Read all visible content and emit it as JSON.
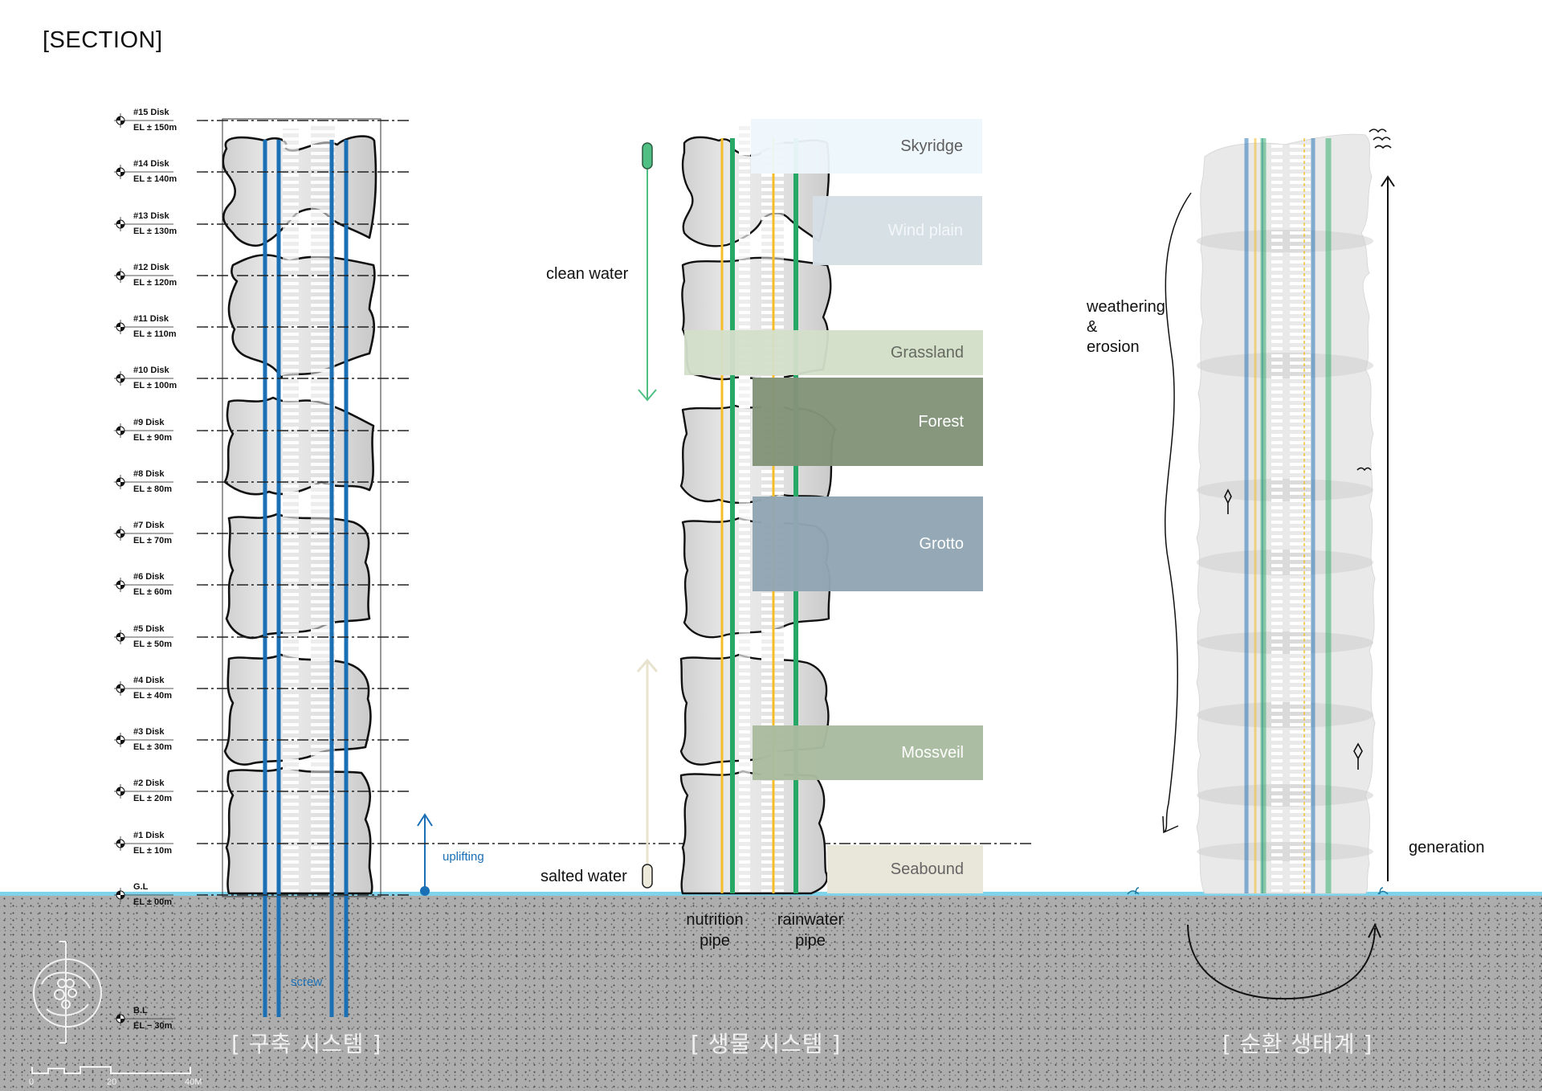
{
  "header": {
    "title": "[SECTION]"
  },
  "structure_system": {
    "caption": "[ 구축 시스템 ]",
    "levels": [
      {
        "name": "#15 Disk",
        "elevation": "EL ± 150m"
      },
      {
        "name": "#14 Disk",
        "elevation": "EL ± 140m"
      },
      {
        "name": "#13 Disk",
        "elevation": "EL ± 130m"
      },
      {
        "name": "#12 Disk",
        "elevation": "EL ± 120m"
      },
      {
        "name": "#11 Disk",
        "elevation": "EL ± 110m"
      },
      {
        "name": "#10 Disk",
        "elevation": "EL ± 100m"
      },
      {
        "name": "#9 Disk",
        "elevation": "EL ± 90m"
      },
      {
        "name": "#8 Disk",
        "elevation": "EL ± 80m"
      },
      {
        "name": "#7 Disk",
        "elevation": "EL ± 70m"
      },
      {
        "name": "#6 Disk",
        "elevation": "EL ± 60m"
      },
      {
        "name": "#5 Disk",
        "elevation": "EL ± 50m"
      },
      {
        "name": "#4 Disk",
        "elevation": "EL ± 40m"
      },
      {
        "name": "#3 Disk",
        "elevation": "EL ± 30m"
      },
      {
        "name": "#2 Disk",
        "elevation": "EL ± 20m"
      },
      {
        "name": "#1 Disk",
        "elevation": "EL ± 10m"
      },
      {
        "name": "G.L",
        "elevation": "EL ± 00m"
      }
    ],
    "base_level": {
      "name": "B.L",
      "elevation": "EL − 30m"
    },
    "uplifting_label": "uplifting",
    "screw_label": "screw",
    "pipe_color": "#1a6fb5"
  },
  "bio_system": {
    "caption": "[ 생물 시스템 ]",
    "clean_water_label": "clean water",
    "salted_water_label": "salted water",
    "nutrition_pipe_label": [
      "nutrition",
      "pipe"
    ],
    "rainwater_pipe_label": [
      "rainwater",
      "pipe"
    ],
    "nutrition_pipe_color": "#f5bd2a",
    "rainwater_pipe_color": "#27a866",
    "habitats": [
      {
        "name": "Skyridge",
        "color": "#eef7fc",
        "text_color": "#555555"
      },
      {
        "name": "Wind plain",
        "color": "#d6dfe5",
        "text_color": "#f4f7f9"
      },
      {
        "name": "Grassland",
        "color": "#d3dfc9",
        "text_color": "#5d6258"
      },
      {
        "name": "Forest",
        "color": "#83947a",
        "text_color": "#ffffff"
      },
      {
        "name": "Grotto",
        "color": "#91a6b3",
        "text_color": "#ffffff"
      },
      {
        "name": "Mossveil",
        "color": "#a9bb9f",
        "text_color": "#ffffff"
      },
      {
        "name": "Seabound",
        "color": "#e9e6d9",
        "text_color": "#606060"
      }
    ]
  },
  "ecosystem": {
    "caption": "[ 순환 생태계 ]",
    "weathering_label": [
      "weathering",
      "&",
      "erosion"
    ],
    "generation_label": "generation"
  },
  "scale_bar": {
    "ticks": [
      "0",
      "20",
      "40M"
    ]
  }
}
